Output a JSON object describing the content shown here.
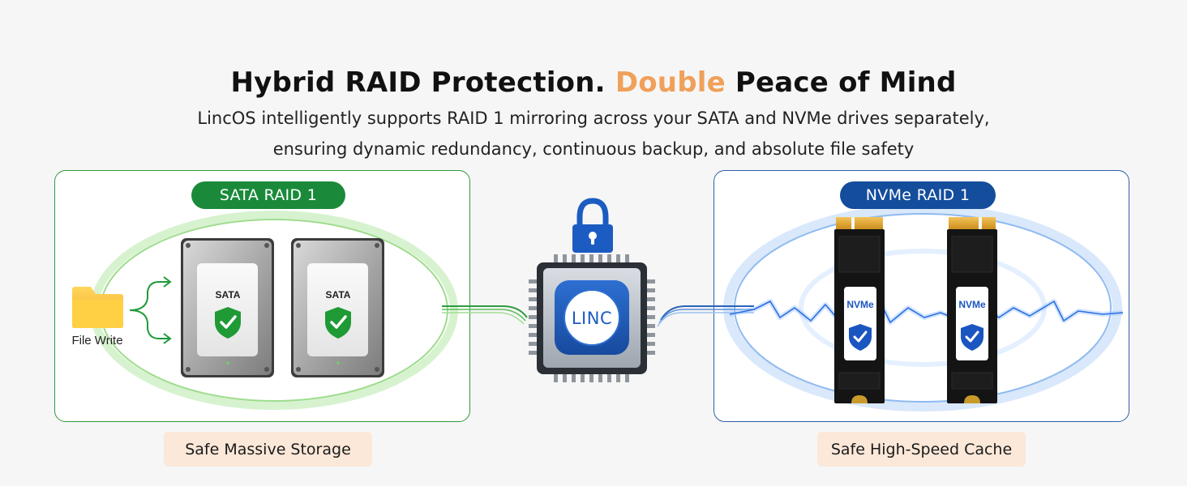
{
  "headline": {
    "part1": "Hybrid RAID Protection.",
    "accent": "Double",
    "part2": "Peace of Mind",
    "accent_color": "#f0a05a"
  },
  "subtitle": {
    "line1": "LincOS intelligently supports RAID 1 mirroring across your SATA and NVMe drives separately,",
    "line2": "ensuring dynamic redundancy, continuous backup, and absolute file safety"
  },
  "sata": {
    "pill_label": "SATA RAID 1",
    "drive_label": "SATA",
    "file_label": "File Write",
    "caption": "Safe Massive Storage",
    "color": "#1a8a3a"
  },
  "nvme": {
    "pill_label": "NVMe RAID 1",
    "drive_label": "NVMe",
    "caption": "Safe High-Speed Cache",
    "color": "#144d9c"
  },
  "chip": {
    "label": "LINC"
  },
  "icons": [
    "folder-icon",
    "lock-icon",
    "shield-check-icon",
    "chip-icon",
    "arrow-icon"
  ]
}
